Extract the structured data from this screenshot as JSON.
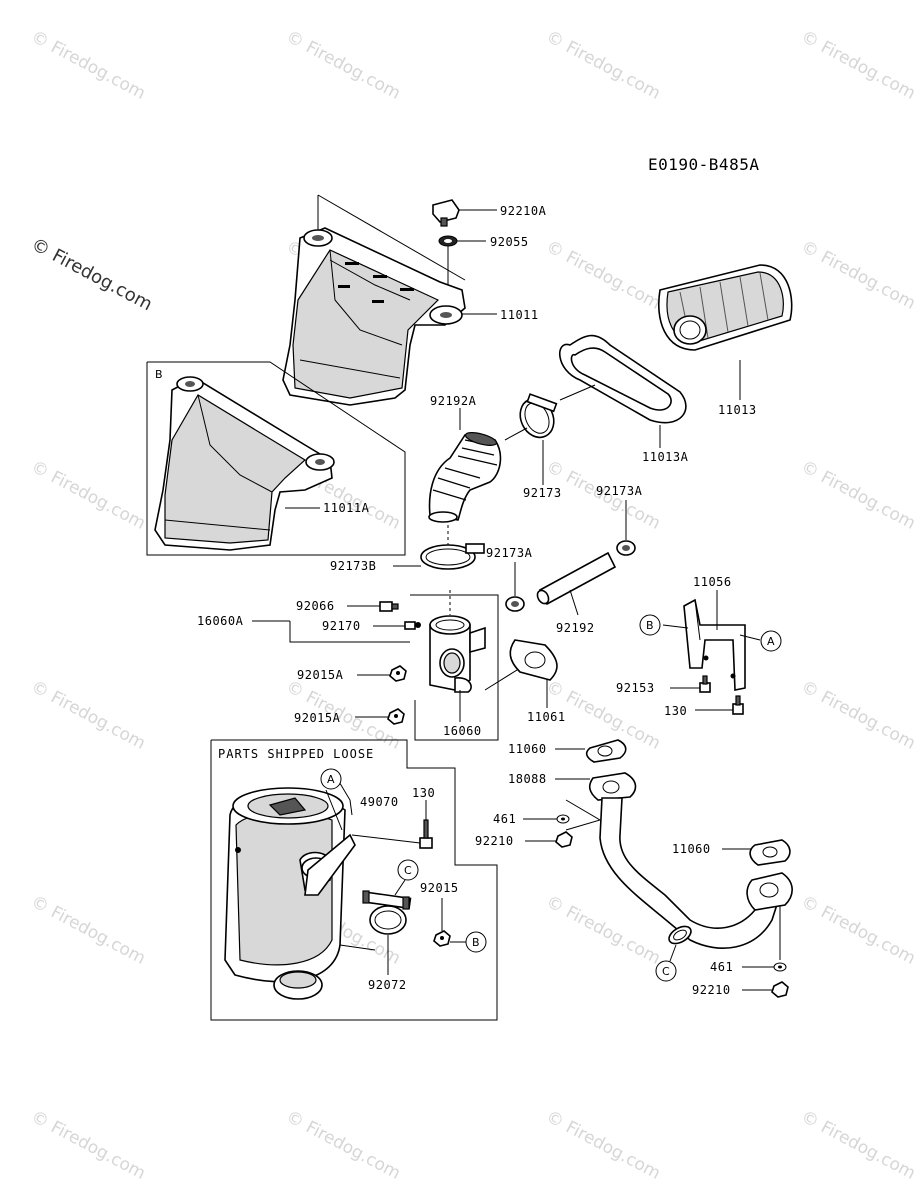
{
  "diagram": {
    "code": "E0190-B485A",
    "watermark_text": "© Firedog.com",
    "corner_watermark": "© Firedog.com",
    "parts_shipped_loose_label": "PARTS SHIPPED LOOSE",
    "box_b_letter": "B",
    "callouts": {
      "a": "A",
      "b": "B",
      "c": "C"
    },
    "parts": {
      "p92210A": "92210A",
      "p92055": "92055",
      "p11011": "11011",
      "p11013": "11013",
      "p11013A": "11013A",
      "p92192A": "92192A",
      "p92173": "92173",
      "p92173A_top": "92173A",
      "p11011A": "11011A",
      "p92173B": "92173B",
      "p92173A_mid": "92173A",
      "p11056": "11056",
      "p16060A": "16060A",
      "p92066": "92066",
      "p92170": "92170",
      "p92192": "92192",
      "p92015A_1": "92015A",
      "p92153": "92153",
      "p130_right": "130",
      "p92015A_2": "92015A",
      "p16060": "16060",
      "p11061": "11061",
      "p11060_top": "11060",
      "p18088": "18088",
      "p49070": "49070",
      "p130_loose": "130",
      "p461_mid": "461",
      "p92210_mid": "92210",
      "p92015": "92015",
      "p11060_bottom": "11060",
      "p92072": "92072",
      "p461_bottom": "461",
      "p92210_bottom": "92210"
    }
  }
}
